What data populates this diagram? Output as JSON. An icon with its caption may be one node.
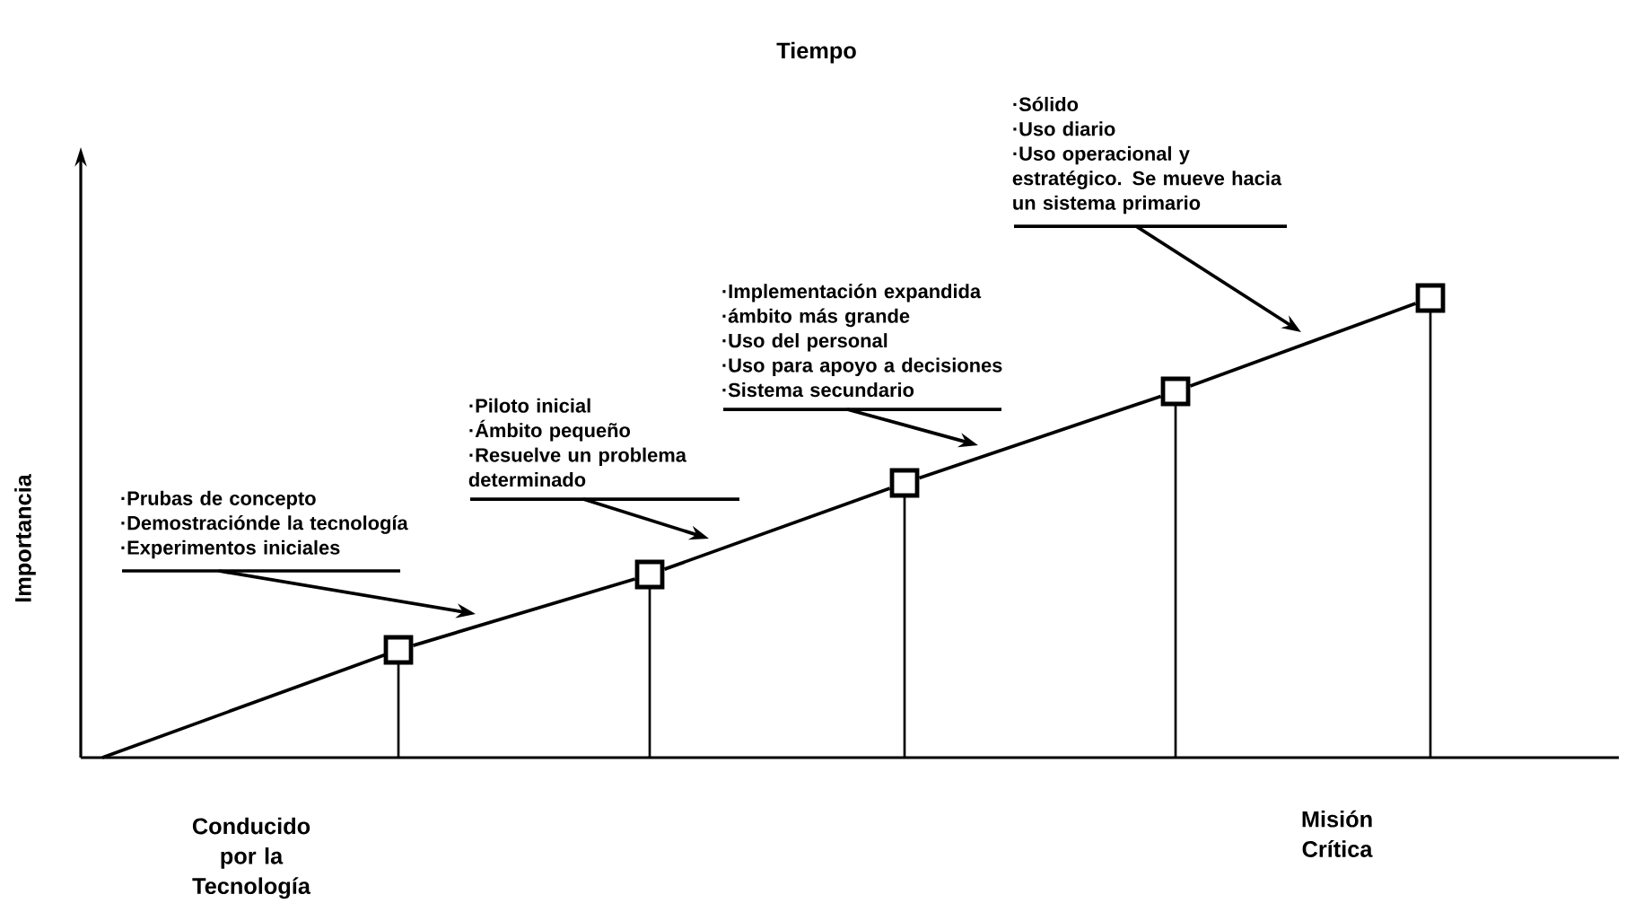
{
  "diagram": {
    "nodes": [
      {
        "text": [
          "·Prubas de concepto",
          "·Demostraciónde la tecnología",
          "·Experimentos iniciales"
        ]
      },
      {
        "text": [
          "·Piloto inicial",
          "·Ámbito pequeño",
          "·Resuelve un problema determinado"
        ]
      },
      {
        "text": [
          "·Implementación expandida",
          "·ámbito más grande",
          "·Uso del personal",
          "·Uso para apoyo a decisiones",
          "·Sistema secundario"
        ]
      },
      {
        "text": [
          "·Sólido",
          "·Uso diario",
          "·Uso operacional y estratégico. Se mueve hacia un sistema primario"
        ]
      },
      {
        "text": [],
        "shape": "box"
      },
      {
        "text": [],
        "shape": "box"
      },
      {
        "text": [],
        "shape": "box"
      },
      {
        "text": [],
        "shape": "box"
      },
      {
        "text": [],
        "shape": "box"
      }
    ],
    "edges": [
      {
        "from": 0,
        "to": null,
        "arrow": "to"
      },
      {
        "from": 1,
        "to": null,
        "arrow": "to"
      },
      {
        "from": 2,
        "to": null,
        "arrow": "to"
      },
      {
        "from": 3,
        "to": null,
        "arrow": "to"
      },
      {
        "from": 4,
        "to": 5,
        "arrow": "none"
      },
      {
        "from": 5,
        "to": 6,
        "arrow": "none"
      },
      {
        "from": 6,
        "to": 7,
        "arrow": "none"
      },
      {
        "from": 7,
        "to": 8,
        "arrow": "none"
      }
    ],
    "labels": [
      "Tiempo",
      "Importancia",
      "Conducido por la Tecnología",
      "Misión Crítica"
    ]
  }
}
